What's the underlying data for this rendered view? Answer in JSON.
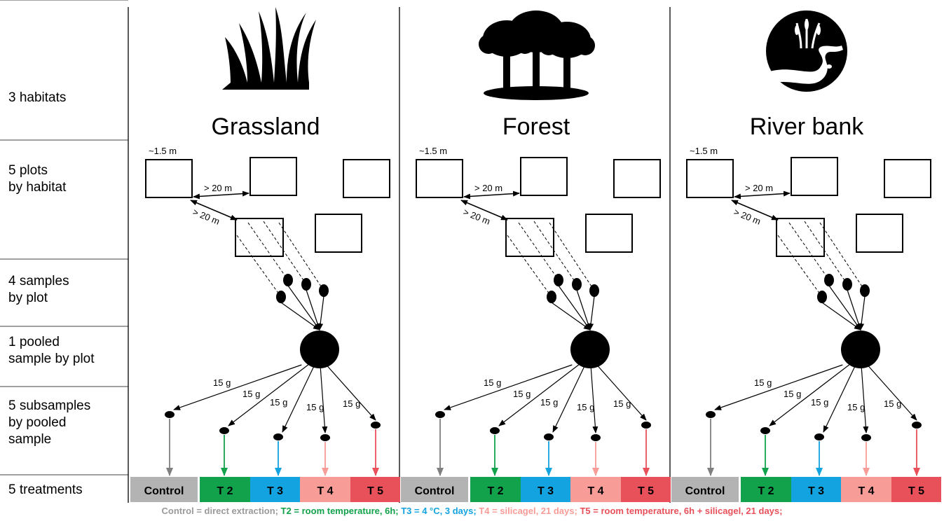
{
  "row_labels": [
    "3 habitats",
    "5 plots\nby habitat",
    "4 samples\nby plot",
    "1 pooled\nsample by plot",
    "5 subsamples\nby pooled\nsample",
    "5 treatments"
  ],
  "habitats": [
    {
      "name": "Grassland",
      "icon": "grass-icon"
    },
    {
      "name": "Forest",
      "icon": "trees-icon"
    },
    {
      "name": "River bank",
      "icon": "river-icon"
    }
  ],
  "plot_size_label": "~1.5 m",
  "distance_label": "> 20 m",
  "subsample_mass_label": "15 g",
  "treatments": [
    {
      "label": "Control",
      "color": "#b3b3b3",
      "text_color": "#000000"
    },
    {
      "label": "T 2",
      "color": "#12a24b",
      "text_color": "#000000"
    },
    {
      "label": "T 3",
      "color": "#12a3e0",
      "text_color": "#000000"
    },
    {
      "label": "T 4",
      "color": "#f79c97",
      "text_color": "#000000"
    },
    {
      "label": "T 5",
      "color": "#e8505a",
      "text_color": "#000000"
    }
  ],
  "arrow_colors": [
    "#7f7f7f",
    "#12a24b",
    "#12a3e0",
    "#f79c97",
    "#e8505a"
  ],
  "legend": [
    {
      "text": "Control = direct  extraction; ",
      "color": "#9a9a9a"
    },
    {
      "text": "T2 = room temperature, 6h; ",
      "color": "#12a24b"
    },
    {
      "text": "T3 = 4 °C, 3 days; ",
      "color": "#12a3e0"
    },
    {
      "text": "T4 = silicagel, 21 days; ",
      "color": "#f79c97"
    },
    {
      "text": "T5 = room temperature, 6h + silicagel, 21 days;",
      "color": "#e8505a"
    }
  ]
}
